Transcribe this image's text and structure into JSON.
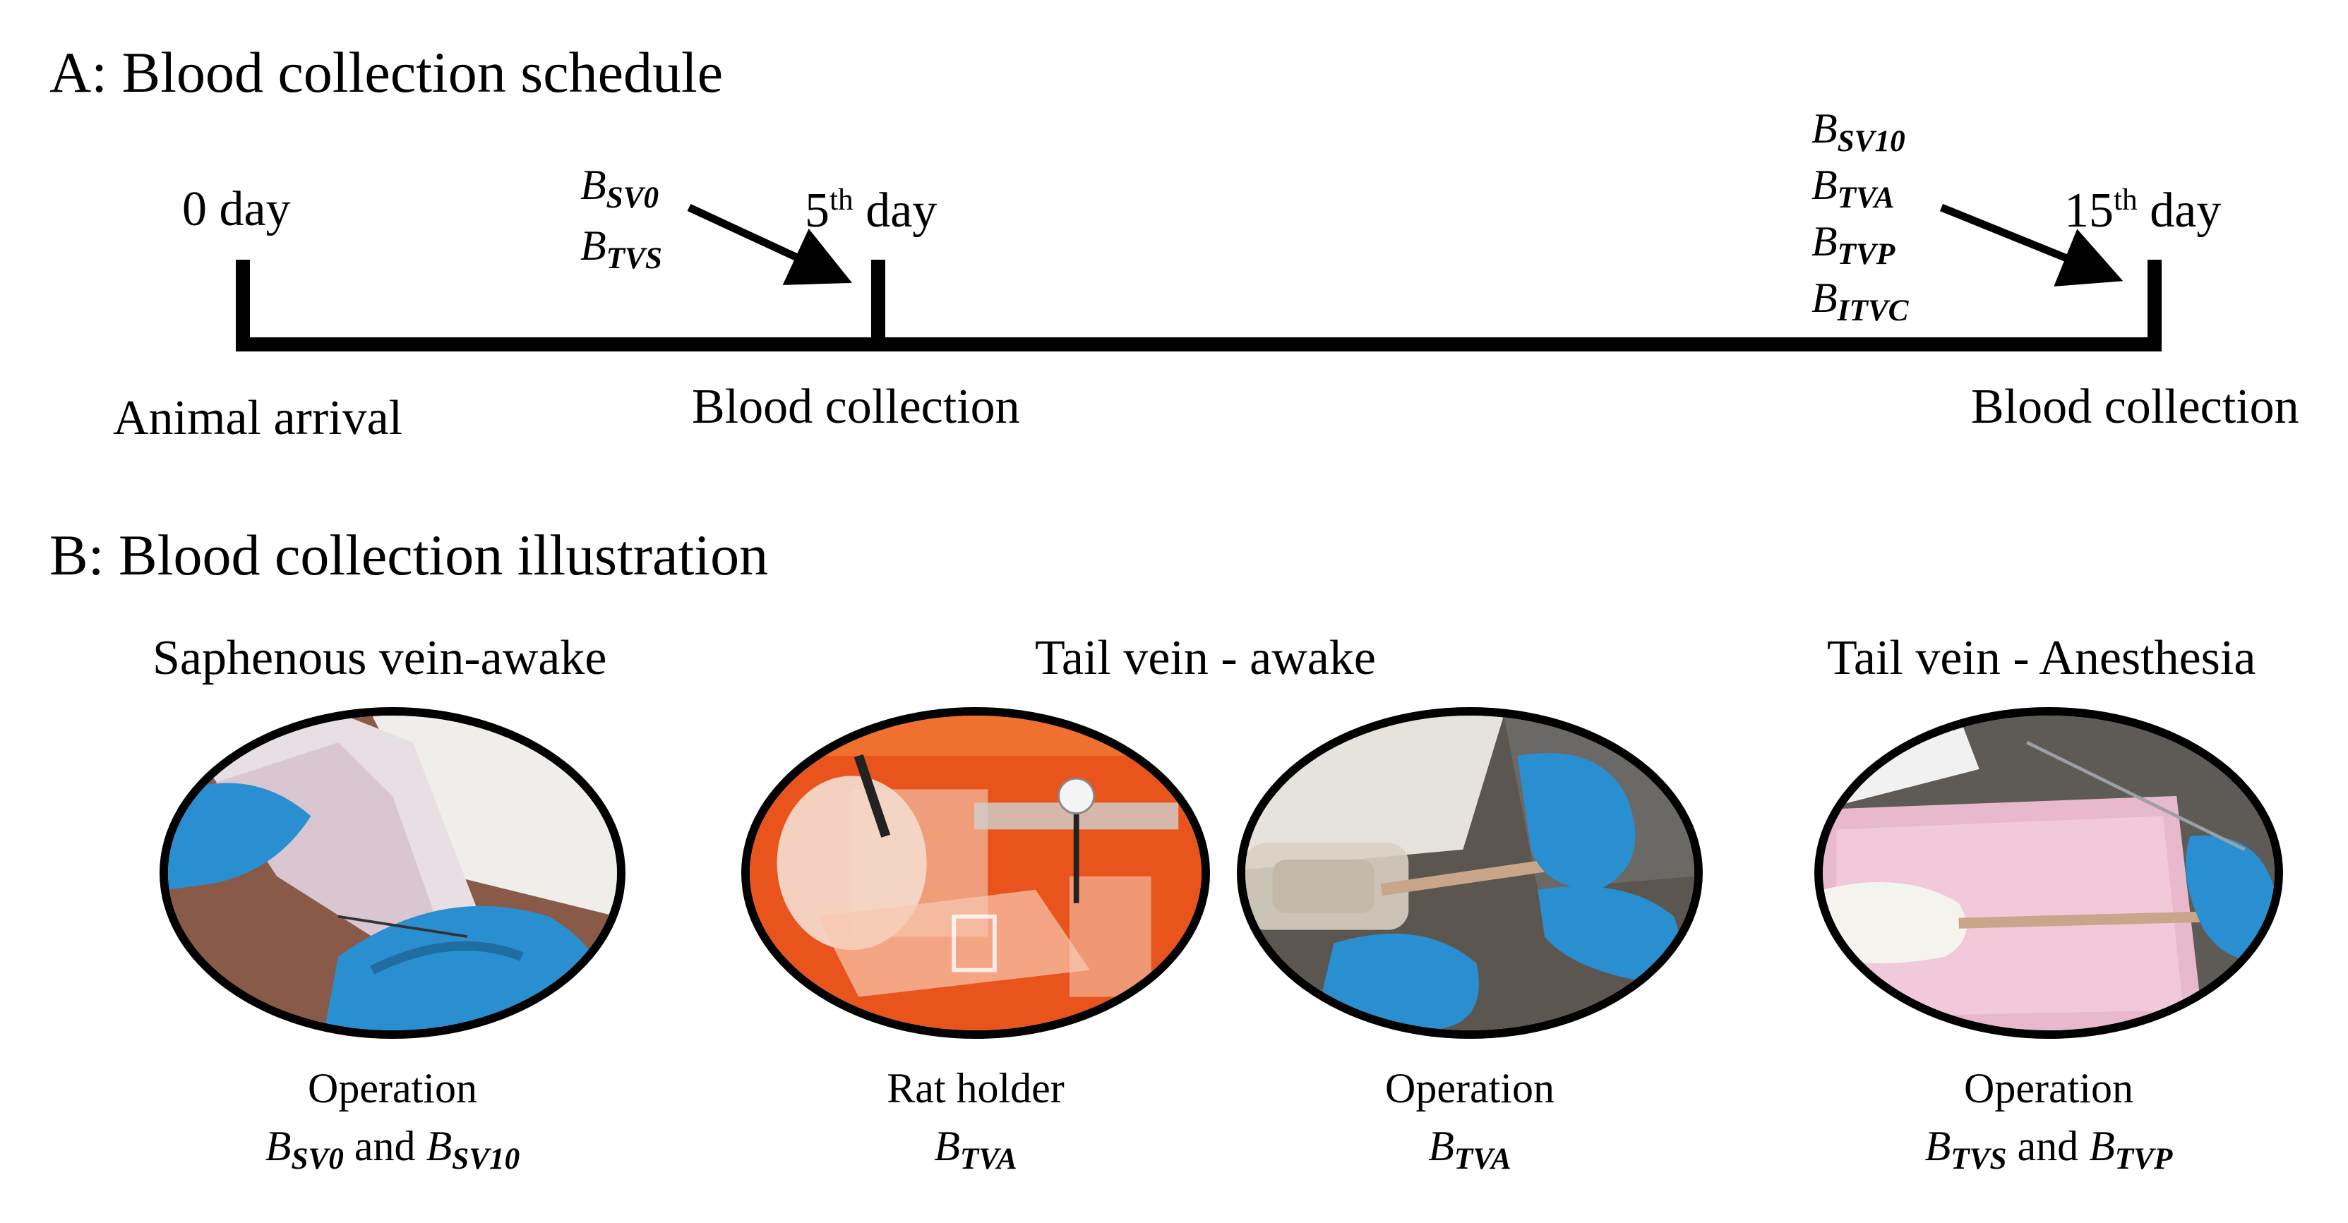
{
  "panel_a": {
    "title": "A: Blood collection  schedule",
    "timeline": {
      "day0": {
        "label_prefix": "0 day",
        "caption": "Animal arrival"
      },
      "day5": {
        "num": "5",
        "sup": "th",
        "suffix": " day",
        "caption": "Blood collection",
        "samples": [
          {
            "b": "B",
            "sub": "SV0"
          },
          {
            "b": "B",
            "sub": "TVS"
          }
        ]
      },
      "day15": {
        "num": "15",
        "sup": "th",
        "suffix": " day",
        "caption": "Blood collection",
        "samples": [
          {
            "b": "B",
            "sub": "SV10"
          },
          {
            "b": "B",
            "sub": "TVA"
          },
          {
            "b": "B",
            "sub": "TVP"
          },
          {
            "b": "B",
            "sub": "ITVC"
          }
        ]
      }
    }
  },
  "panel_b": {
    "title": "B: Blood collection  illustration",
    "groups": [
      {
        "heading": "Saphenous vein-awake",
        "images": [
          {
            "line1": "Operation",
            "code1_b": "B",
            "code1_sub": "SV0",
            "joiner": " and ",
            "code2_b": "B",
            "code2_sub": "SV10"
          }
        ]
      },
      {
        "heading": "Tail vein - awake",
        "images": [
          {
            "line1": "Rat holder",
            "code1_b": "B",
            "code1_sub": "TVA"
          },
          {
            "line1": "Operation",
            "code1_b": "B",
            "code1_sub": "TVA"
          }
        ]
      },
      {
        "heading": "Tail vein - Anesthesia",
        "images": [
          {
            "line1": "Operation",
            "code1_b": "B",
            "code1_sub": "TVS",
            "joiner": " and ",
            "code2_b": "B",
            "code2_sub": "TVP"
          }
        ]
      }
    ]
  },
  "colors": {
    "glove_blue": "#2a8fd0",
    "holder_orange": "#e8541c",
    "ink": "#000000"
  }
}
